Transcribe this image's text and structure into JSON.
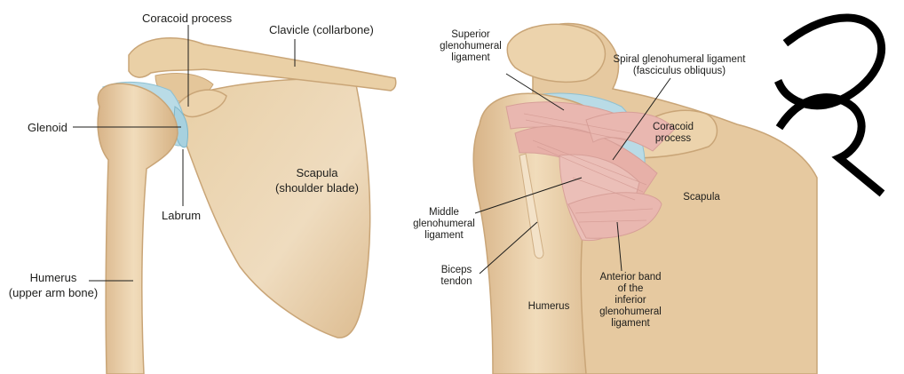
{
  "left_diagram": {
    "coracoid_process": "Coracoid process",
    "clavicle": "Clavicle (collarbone)",
    "glenoid": "Glenoid",
    "scapula": [
      "Scapula",
      "(shoulder blade)"
    ],
    "labrum": "Labrum",
    "humerus": [
      "Humerus",
      "(upper arm bone)"
    ]
  },
  "right_diagram": {
    "superior_ligament": [
      "Superior",
      "glenohumeral",
      "ligament"
    ],
    "spiral_ligament": [
      "Spiral glenohumeral ligament",
      "(fasciculus obliquus)"
    ],
    "coracoid": [
      "Coracoid",
      "process"
    ],
    "scapula": "Scapula",
    "middle_ligament": [
      "Middle",
      "glenohumeral",
      "ligament"
    ],
    "biceps": [
      "Biceps",
      "tendon"
    ],
    "humerus": "Humerus",
    "anterior_band": [
      "Anterior band",
      "of the",
      "inferior",
      "glenohumeral",
      "ligament"
    ]
  },
  "colors": {
    "bone": "#ecd3ac",
    "bone_shade": "#d9b98c",
    "cartilage": "#b9dbe6",
    "ligament": "#e9b7b0",
    "line": "#1d1d1b",
    "watermark": "#000000"
  }
}
